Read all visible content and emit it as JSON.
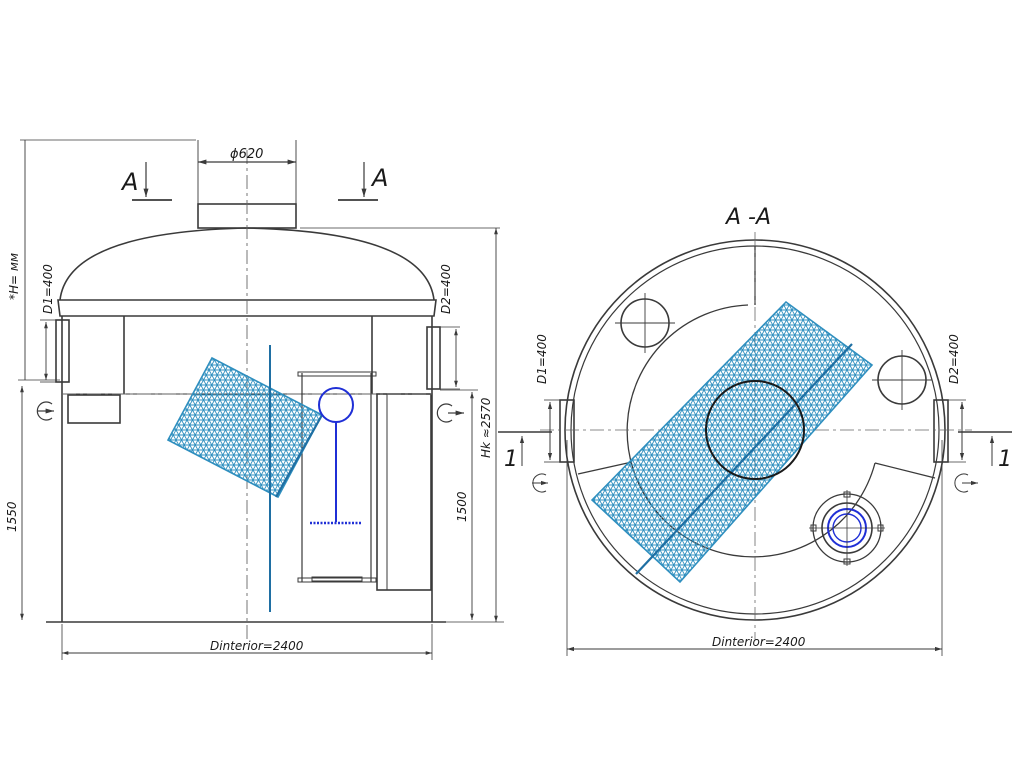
{
  "colors": {
    "line": "#3a3a3a",
    "thin": "#555555",
    "media": "#2f8fbf",
    "media_dark": "#1f6fa3",
    "blue": "#1f2fd6",
    "background": "#ffffff"
  },
  "front_view": {
    "labels": {
      "manhole_diameter": "ϕ620",
      "section_mark_left": "A",
      "section_mark_right": "A",
      "h_dim": "*H= мм",
      "d1": "D1=400",
      "d2": "D2=400",
      "hk": "Hk ≈2570",
      "height_1550": "1550",
      "height_1500": "1500",
      "diameter": "Dinterior=2400"
    }
  },
  "section_view": {
    "labels": {
      "title": "A -A",
      "d1": "D1=400",
      "d2": "D2=400",
      "diameter": "Dinterior=2400",
      "mark_left": "1",
      "mark_right": "1"
    }
  }
}
